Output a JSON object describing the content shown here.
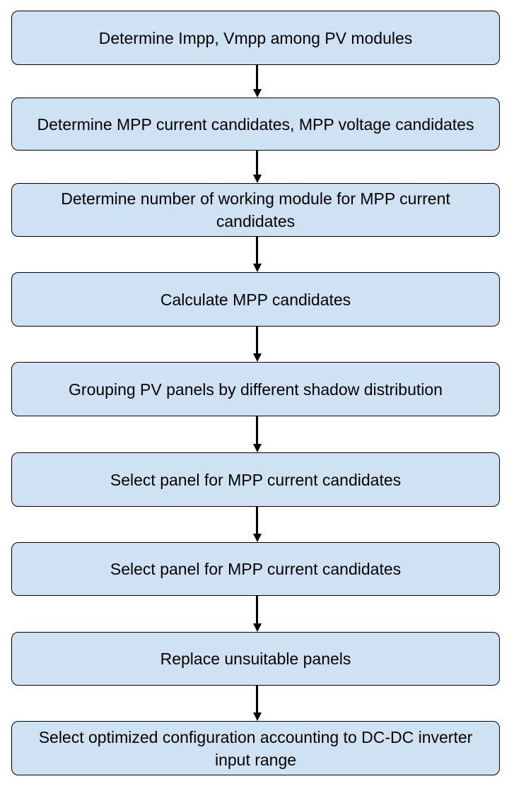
{
  "flowchart": {
    "steps": [
      "Determine Impp, Vmpp among PV modules",
      "Determine MPP current candidates, MPP voltage candidates",
      "Determine number of working module for MPP current candidates",
      "Calculate MPP candidates",
      "Grouping PV panels by different shadow distribution",
      "Select panel for MPP current candidates",
      "Select panel for MPP current candidates",
      "Replace unsuitable panels",
      "Select optimized configuration accounting to DC-DC inverter input range"
    ],
    "box_fill": "#cfe2f3",
    "line_color": "#000000"
  }
}
